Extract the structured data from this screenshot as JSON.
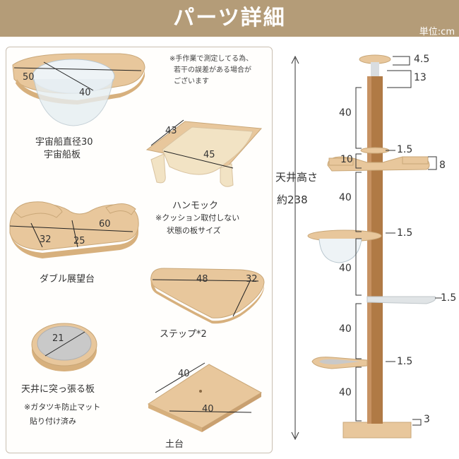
{
  "header": {
    "title": "パーツ詳細",
    "unit": "単位:cm"
  },
  "colors": {
    "banner": "#b49c78",
    "wood": "#e8c79c",
    "post": "#b07a45",
    "cushion": "#f2e3c4",
    "felt": "#c9c9c9"
  },
  "note": {
    "lines": [
      "※手作業で測定してる為、",
      "若干の誤差がある場合が",
      "ございます"
    ]
  },
  "parts": {
    "spaceship": {
      "label1": "宇宙船直径30",
      "label2": "宇宙船板",
      "dim_a": "50",
      "dim_b": "40"
    },
    "hammock": {
      "label": "ハンモック",
      "note1": "※クッション取付しない",
      "note2": "状態の板サイズ",
      "dim_a": "43",
      "dim_b": "45"
    },
    "double": {
      "label": "ダブル展望台",
      "dim_a": "60",
      "dim_b": "32",
      "dim_c": "25"
    },
    "step": {
      "label": "ステップ*2",
      "dim_a": "48",
      "dim_b": "32"
    },
    "ceiling": {
      "label": "天井に突っ張る板",
      "note1": "※ガタツキ防止マット",
      "note2": "貼り付け済み",
      "dim_a": "21"
    },
    "base": {
      "label": "土台",
      "dim_a": "40",
      "dim_b": "40"
    }
  },
  "tower": {
    "height_label1": "天井高さ",
    "height_label2": "約238",
    "dims": {
      "top_cap": "4.5",
      "top_gap": "13",
      "seg1": "40",
      "board1": "1.5",
      "seg_small": "10",
      "side8": "8",
      "seg2": "40",
      "board2": "1.5",
      "seg3": "40",
      "board3": "1.5",
      "seg4": "40",
      "board4": "1.5",
      "seg5": "40",
      "base": "3"
    }
  }
}
